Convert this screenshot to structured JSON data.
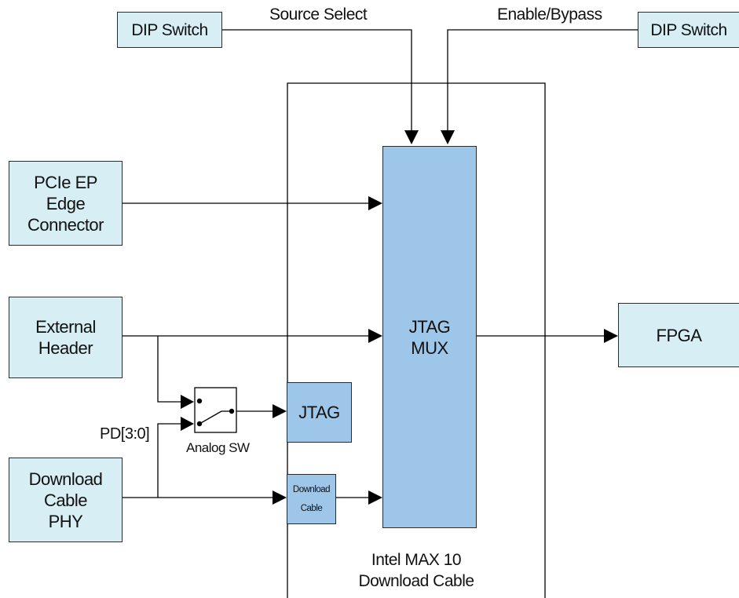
{
  "title_top_left_switch": "DIP Switch",
  "title_top_right_switch": "DIP Switch",
  "label_source_select": "Source Select",
  "label_enable_bypass": "Enable/Bypass",
  "pcie": {
    "line1": "PCIe EP",
    "line2": "Edge Connector"
  },
  "external": {
    "line1": "External",
    "line2": "Header"
  },
  "download_phy": {
    "line1": "Download Cable",
    "line2": "PHY"
  },
  "jtag_mux": {
    "line1": "JTAG",
    "line2": "MUX"
  },
  "fpga": "FPGA",
  "jtag": "JTAG",
  "download_cable": {
    "line1": "Download",
    "line2": "Cable"
  },
  "analog_sw": "Analog SW",
  "pd_bus": "PD[3:0]",
  "max10": {
    "line1": "Intel MAX 10",
    "line2": "Download Cable"
  },
  "colors": {
    "light_fill": "#d6eef4",
    "blue_fill": "#9ec6e8",
    "line": "#000000"
  }
}
